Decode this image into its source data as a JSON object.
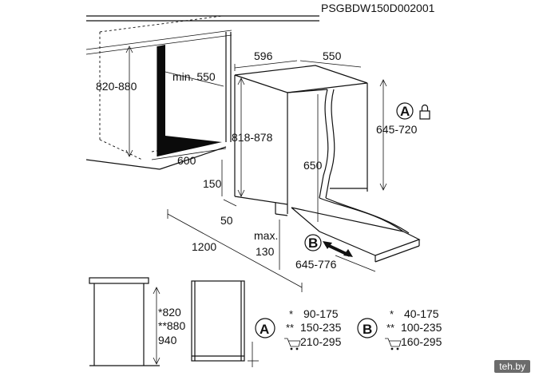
{
  "code": "PSGBDW150D002001",
  "dims": {
    "w596": "596",
    "w550": "550",
    "h820_880": "820-880",
    "min550": "min. 550",
    "w600": "600",
    "h818_878": "818-878",
    "h645_720": "645-720",
    "h650": "650",
    "h150": "150",
    "d50": "50",
    "d1200": "1200",
    "max": "max.",
    "max130": "130",
    "d645_776": "645-776"
  },
  "labels": {
    "a": "A",
    "b": "B"
  },
  "heights": {
    "h820": "*820",
    "h880": "**880",
    "h940": "940"
  },
  "table_a": {
    "r1_mark": "*",
    "r1_val": "90-175",
    "r2_mark": "**",
    "r2_val": "150-235",
    "r3_val": "210-295"
  },
  "table_b": {
    "r1_mark": "*",
    "r1_val": "40-175",
    "r2_mark": "**",
    "r2_val": "100-235",
    "r3_val": "160-295"
  },
  "watermark": "teh.by",
  "icons": [
    "lock-icon",
    "cart-icon",
    "arrow-icon"
  ]
}
